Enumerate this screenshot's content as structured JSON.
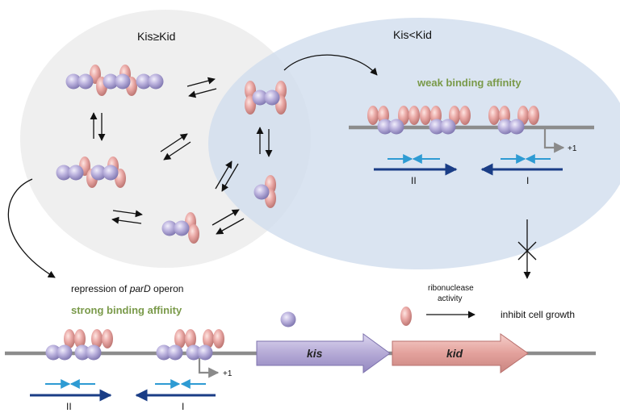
{
  "left_region": {
    "label": "Kis≥Kid"
  },
  "right_region": {
    "label": "Kis<Kid",
    "affinity": "weak binding affinity"
  },
  "repression": {
    "prefix": "repression of ",
    "italic": "parD",
    "suffix": " operon"
  },
  "strong_affinity": "strong binding affinity",
  "ribonuclease": {
    "line1": "ribonuclease",
    "line2": "activity"
  },
  "outcome": "inhibit cell growth",
  "genes": {
    "kis": "kis",
    "kid": "kid"
  },
  "promoter_top": {
    "tss": "+1",
    "site_left": "II",
    "site_right": "I"
  },
  "promoter_bottom": {
    "tss": "+1",
    "site_left": "II",
    "site_right": "I"
  },
  "colors": {
    "kis_protein": "#b6aed8",
    "kid_protein": "#e8a8a6",
    "kis_gene": "#b5aad6",
    "kid_gene": "#e3a19c",
    "left_bg": "#eeeeee",
    "right_bg": "#d4e1ee",
    "light_arrow": "#2e9bd3",
    "dark_arrow": "#1a3d86",
    "green_text": "#7a9a4a"
  }
}
